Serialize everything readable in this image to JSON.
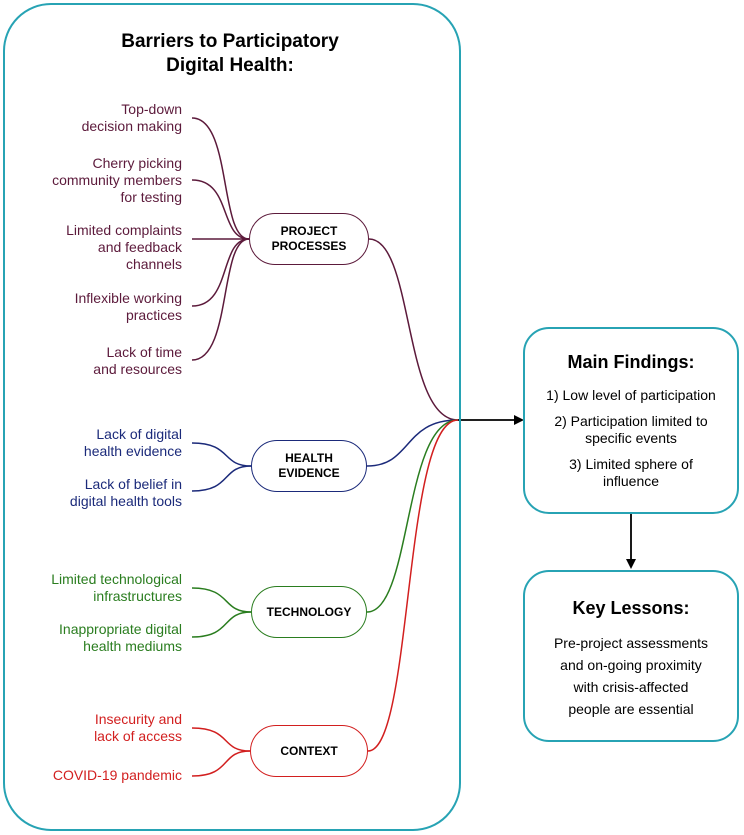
{
  "left_panel": {
    "title": "Barriers to Participatory\nDigital Health:"
  },
  "colors": {
    "project": "#5c1a3b",
    "health": "#1b2a7a",
    "technology": "#2a7d1f",
    "context": "#d21f1f",
    "box_border": "#27a3b4",
    "arrow": "#000000"
  },
  "categories": [
    {
      "key": "project",
      "label": "PROJECT\nPROCESSES",
      "barriers": [
        "Top-down\ndecision making",
        "Cherry picking\ncommunity members\nfor testing",
        "Limited complaints\nand feedback\nchannels",
        "Inflexible working\npractices",
        "Lack of time\nand resources"
      ]
    },
    {
      "key": "health",
      "label": "HEALTH\nEVIDENCE",
      "barriers": [
        "Lack of digital\nhealth evidence",
        "Lack of belief in\ndigital health tools"
      ]
    },
    {
      "key": "technology",
      "label": "TECHNOLOGY",
      "barriers": [
        "Limited technological\ninfrastructures",
        "Inappropriate digital\nhealth mediums"
      ]
    },
    {
      "key": "context",
      "label": "CONTEXT",
      "barriers": [
        "Insecurity and\nlack of access",
        "COVID-19 pandemic"
      ]
    }
  ],
  "main_findings": {
    "title": "Main Findings:",
    "items": [
      "1) Low level of participation",
      "2) Participation limited to\nspecific events",
      "3) Limited sphere of\ninfluence"
    ]
  },
  "key_lessons": {
    "title": "Key Lessons:",
    "text": "Pre-project assessments\nand on-going proximity\nwith crisis-affected\npeople are essential"
  }
}
